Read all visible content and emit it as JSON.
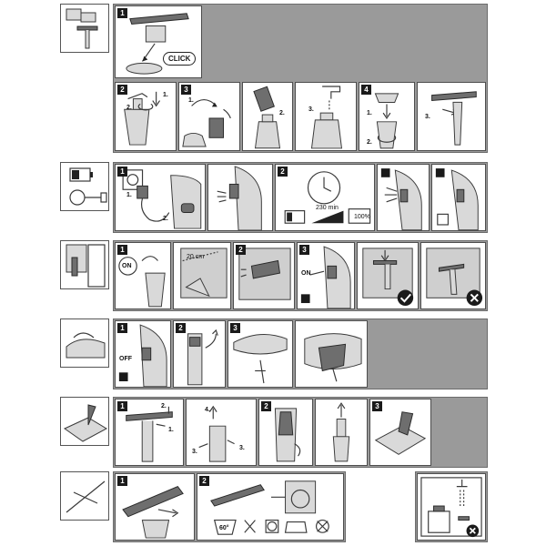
{
  "section1": {
    "step_1": "1",
    "click_label": "CLICK",
    "step_2": "2",
    "s2_marks": [
      "1.",
      "2."
    ],
    "step_3": "3",
    "s3_marks": [
      "1.",
      "2.",
      "3."
    ],
    "step_4": "4",
    "s4_marks": [
      "1.",
      "2.",
      "3."
    ]
  },
  "section2": {
    "step_1": "1",
    "s1_marks": [
      "1.",
      "2."
    ],
    "step_2": "2",
    "charge_time": "230 min",
    "battery_full": "100%"
  },
  "section3": {
    "step_1": "1",
    "on_label": "ON",
    "distance": "20 cm",
    "step_2": "2",
    "step_3": "3",
    "on_label_2": "ON"
  },
  "section4": {
    "step_1": "1",
    "off_label": "OFF",
    "step_2": "2",
    "step_3": "3"
  },
  "section5": {
    "step_1": "1",
    "s1_marks": [
      "1.",
      "2."
    ],
    "s1b_marks": [
      "3.",
      "3.",
      "4."
    ],
    "step_2": "2",
    "step_3": "3"
  },
  "section6": {
    "step_1": "1",
    "step_2": "2",
    "wash_temp": "60°"
  }
}
